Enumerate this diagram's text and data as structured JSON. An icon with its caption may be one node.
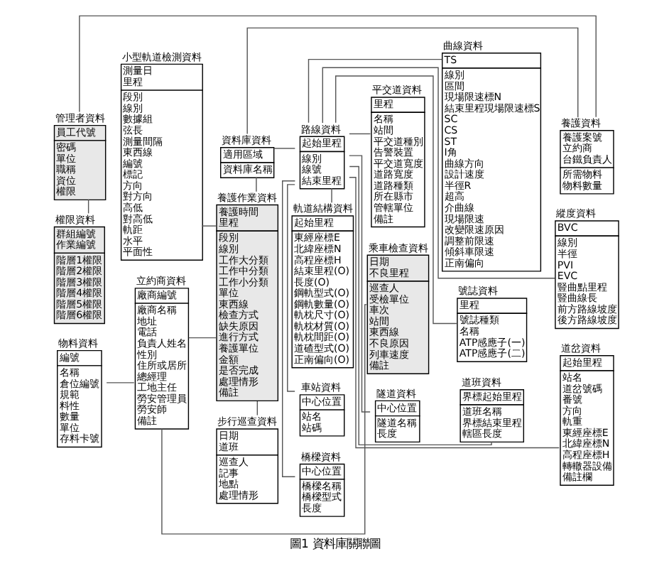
{
  "diagram": {
    "caption": "圖1 資料庫關聯圖",
    "nodes": [
      {
        "text": [
          "管理者資料",
          "員工代號",
          "密碼",
          "單位",
          "職稱",
          "資位",
          "權限"
        ]
      },
      {
        "text": [
          "權限資料",
          "群組編號",
          "作業編號",
          "階層1權限",
          "階層2權限",
          "階層3權限",
          "階層4權限",
          "階層5權限",
          "階層6權限"
        ]
      },
      {
        "text": [
          "小型軌道檢測資料",
          "測量日",
          "里程",
          "段別",
          "線別",
          "數據組",
          "弦長",
          "測量間隔",
          "東西線",
          "編號",
          "標記",
          "方向",
          "對方向",
          "高低",
          "對高低",
          "軌距",
          "水平",
          "平面性"
        ]
      },
      {
        "text": [
          "資料庫資料",
          "適用區域",
          "資料庫名稱"
        ]
      },
      {
        "text": [
          "養護作業資料",
          "養護時間",
          "里程",
          "段別",
          "線別",
          "工作大分類",
          "工作中分類",
          "工作小分類",
          "單位",
          "東西線",
          "檢查方式",
          "缺失原因",
          "進行方式",
          "養護單位",
          "金額",
          "是否完成",
          "處理情形",
          "備註"
        ]
      },
      {
        "text": [
          "路線資料",
          "起始里程",
          "線別",
          "線號",
          "結束里程"
        ]
      },
      {
        "text": [
          "軌道結構資料",
          "起始里程",
          "東經座標E",
          "北緯座標N",
          "高程座標H",
          "結束里程(O)",
          "長度(O)",
          "鋼軌型式(O)",
          "鋼軌數量(O)",
          "軌枕尺寸(O)",
          "軌枕材質(O)",
          "軌枕間距(O)",
          "道碴型式(O)",
          "正南偏向(O)"
        ]
      },
      {
        "text": [
          "車站資料",
          "中心位置",
          "站名",
          "站碼"
        ]
      },
      {
        "text": [
          "平交道資料",
          "里程",
          "名稱",
          "站間",
          "平交道種別",
          "告警裝置",
          "平交道寬度",
          "道路寬度",
          "道路種類",
          "所在縣市",
          "管轄單位",
          "備註"
        ]
      },
      {
        "text": [
          "曲線資料",
          "TS",
          "線別",
          "區間",
          "現場限速標N",
          "結束里程現場限速標S",
          "SC",
          "CS",
          "ST",
          "I角",
          "曲線方向",
          "設計速度",
          "半徑R",
          "超高",
          "介曲線",
          "現場限速",
          "改變限速原因",
          "調整前限速",
          "傾斜車限速",
          "正南偏向"
        ]
      },
      {
        "text": [
          "縱度資料",
          "BVC",
          "線別",
          "半徑",
          "PVI",
          "EVC",
          "豎曲點里程",
          "豎曲線長",
          "前方路線坡度",
          "後方路線坡度"
        ]
      },
      {
        "text": [
          "養護資料",
          "養護案號",
          "立約商",
          "台鐵負責人",
          "所需物料",
          "物料數量"
        ]
      },
      {
        "text": [
          "立約商資料",
          "廠商編號",
          "廠商名稱",
          "地址",
          "電話",
          "負責人姓名",
          "性別",
          "住所或居所",
          "總經理",
          "工地主任",
          "勞安管理員",
          "勞安師",
          "備註"
        ]
      },
      {
        "text": [
          "物料資料",
          "編號",
          "名稱",
          "倉位編號",
          "規範",
          "料性",
          "數量",
          "單位",
          "存料卡號"
        ]
      },
      {
        "text": [
          "乘車檢查資料",
          "日期",
          "不良里程",
          "巡查人",
          "受檢單位",
          "車次",
          "站間",
          "東西線",
          "不良原因",
          "列車速度",
          "備註"
        ]
      },
      {
        "text": [
          "步行巡查資料",
          "日期",
          "道班",
          "巡查人",
          "記事",
          "地點",
          "處理情形"
        ]
      },
      {
        "text": [
          "橋樑資料",
          "中心位置",
          "橋樑名稱",
          "橋樑型式",
          "長度"
        ]
      },
      {
        "text": [
          "隧道資料",
          "中心位置",
          "隧道名稱",
          "長度"
        ]
      },
      {
        "text": [
          "號誌資料",
          "里程",
          "號誌種類",
          "名稱",
          "ATP感應子(一)",
          "ATP感應子(二)"
        ]
      },
      {
        "text": [
          "道班資料",
          "界標起始里程",
          "道班名稱",
          "界標結束里程",
          "轄區長度"
        ]
      },
      {
        "text": [
          "道岔資料",
          "起始里程",
          "站名",
          "道岔號碼",
          "番號",
          "方向",
          "軌重",
          "東經座標E",
          "北緯座標N",
          "高程座標H",
          "轉轍器設備",
          "備註欄"
        ]
      }
    ],
    "edges": [
      {
        "from": 0,
        "to": 11,
        "arrow": "none"
      },
      {
        "from": 0,
        "to": 1,
        "arrow": "none"
      },
      {
        "from": 3,
        "to": 11,
        "arrow": "none"
      },
      {
        "from": 3,
        "to": 4,
        "arrow": "none"
      },
      {
        "from": 3,
        "to": 5,
        "arrow": "none"
      },
      {
        "from": 2,
        "to": 4,
        "arrow": "none"
      },
      {
        "from": 4,
        "to": 15,
        "arrow": "none"
      },
      {
        "from": 4,
        "to": 12,
        "arrow": "none"
      },
      {
        "from": 5,
        "to": 6,
        "arrow": "none"
      },
      {
        "from": 5,
        "to": 7,
        "arrow": "none"
      },
      {
        "from": 5,
        "to": 8,
        "arrow": "none"
      },
      {
        "from": 5,
        "to": 9,
        "arrow": "none"
      },
      {
        "from": 5,
        "to": 10,
        "arrow": "none"
      },
      {
        "from": 5,
        "to": 16,
        "arrow": "none"
      },
      {
        "from": 5,
        "to": 17,
        "arrow": "none"
      },
      {
        "from": 5,
        "to": 18,
        "arrow": "none"
      },
      {
        "from": 5,
        "to": 19,
        "arrow": "none"
      },
      {
        "from": 5,
        "to": 20,
        "arrow": "none"
      },
      {
        "from": 12,
        "to": 13,
        "arrow": "none"
      },
      {
        "from": 12,
        "to": 14,
        "arrow": "none"
      }
    ]
  }
}
